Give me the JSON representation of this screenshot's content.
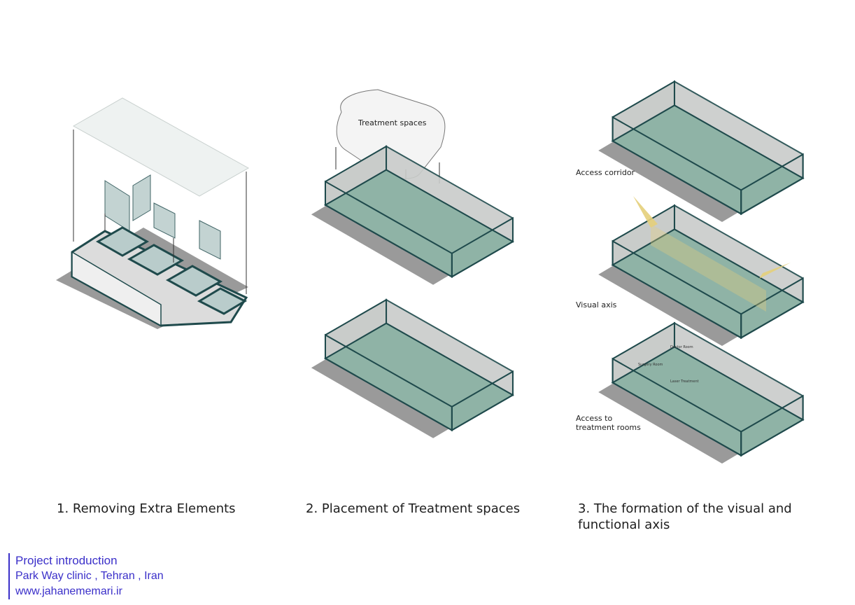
{
  "labels": {
    "treatment_spaces": "Treatment spaces",
    "access_corridor": "Access corridor",
    "visual_axis": "Visual axis",
    "access_rooms_line1": "Access to",
    "access_rooms_line2": "treatment rooms",
    "doctor_room": "Doctor Room",
    "surgery_room": "Surgery Room",
    "laser_treatment": "Laser Treatment"
  },
  "captions": {
    "step1": "1. Removing Extra Elements",
    "step2": "2. Placement of Treatment spaces",
    "step3": "3. The formation of the visual and\n    functional axis"
  },
  "watermark": {
    "title": "Project introduction",
    "project": "Park Way clinic , Tehran , Iran",
    "site": "www.jahanememari.ir"
  },
  "colors": {
    "wall": "#1f4a4c",
    "floor_green": "#8fb3a6",
    "floor_light": "#cfe0d8",
    "shadow": "#9a9a9a",
    "concrete": "#c9ccca",
    "volume_white": "#f4f4f4",
    "sun_yellow": "#e4cf7a",
    "watermark": "#3a2fc9"
  }
}
